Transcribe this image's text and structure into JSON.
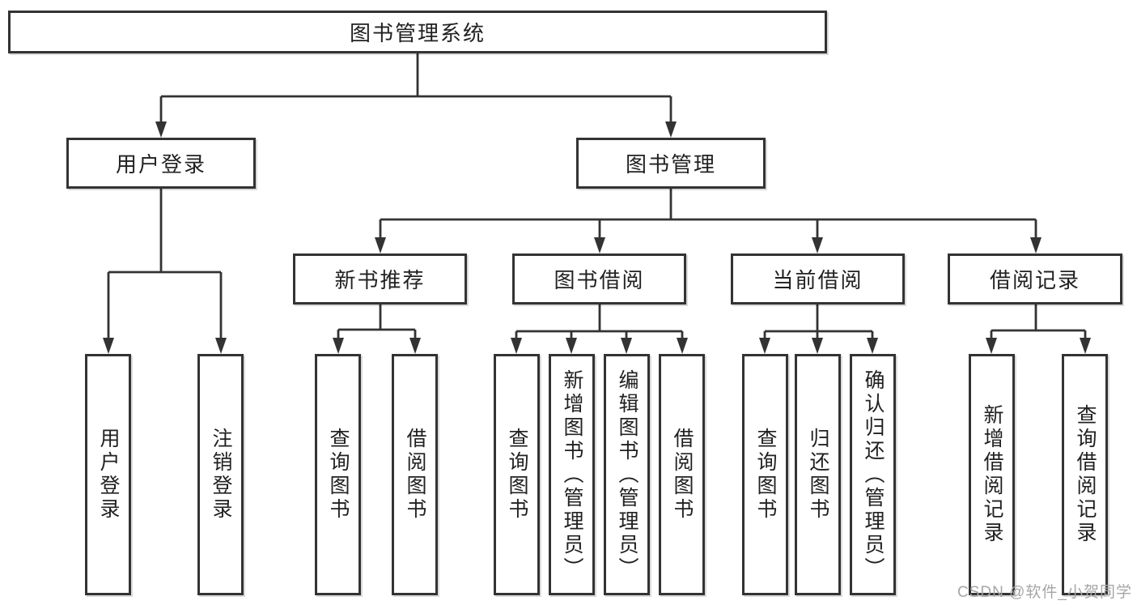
{
  "title": "图书管理系统",
  "watermark": "CSDN @软件_小贺同学",
  "colors": {
    "line": "#333333",
    "text": "#212121",
    "background": "#ffffff",
    "watermark": "#a6a6a6"
  },
  "tree": {
    "root": "图书管理系统",
    "branches": [
      {
        "label": "用户登录",
        "leaves": [
          "用户登录",
          "注销登录"
        ]
      },
      {
        "label": "图书管理",
        "groups": [
          {
            "label": "新书推荐",
            "leaves": [
              "查询图书",
              "借阅图书"
            ]
          },
          {
            "label": "图书借阅",
            "leaves": [
              "查询图书",
              "新增图书（管理员）",
              "编辑图书（管理员）",
              "借阅图书"
            ]
          },
          {
            "label": "当前借阅",
            "leaves": [
              "查询图书",
              "归还图书",
              "确认归还（管理员）"
            ]
          },
          {
            "label": "借阅记录",
            "leaves": [
              "新增借阅记录",
              "查询借阅记录"
            ]
          }
        ]
      }
    ]
  }
}
